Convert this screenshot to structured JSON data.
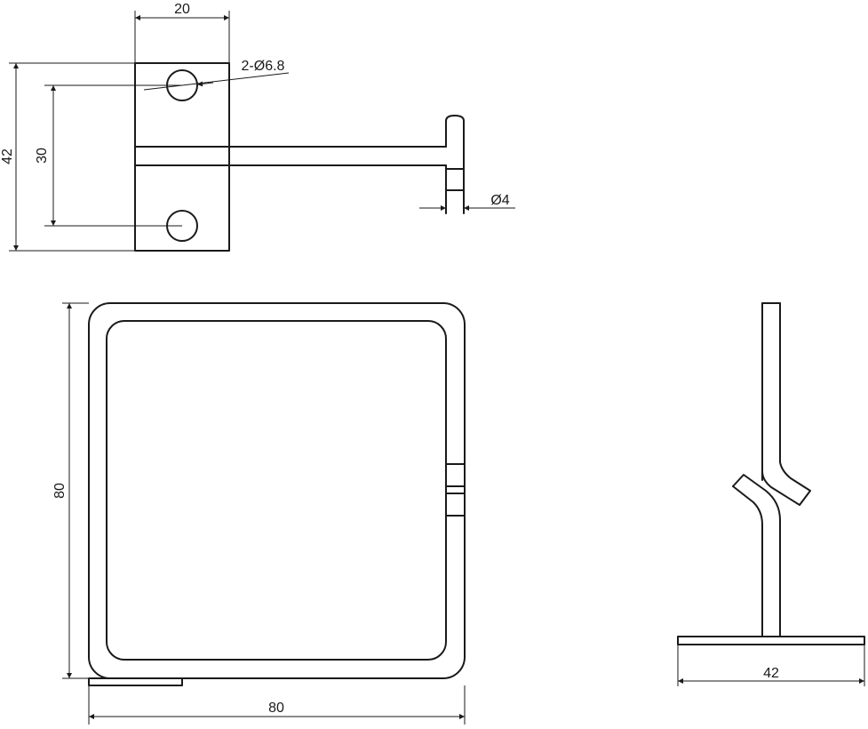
{
  "labels": {
    "top_width": "20",
    "holes": "2-Ø6.8",
    "overall_height": "42",
    "hole_spacing": "30",
    "rod_diameter": "Ø4",
    "front_height": "80",
    "front_width": "80",
    "side_width": "42"
  }
}
